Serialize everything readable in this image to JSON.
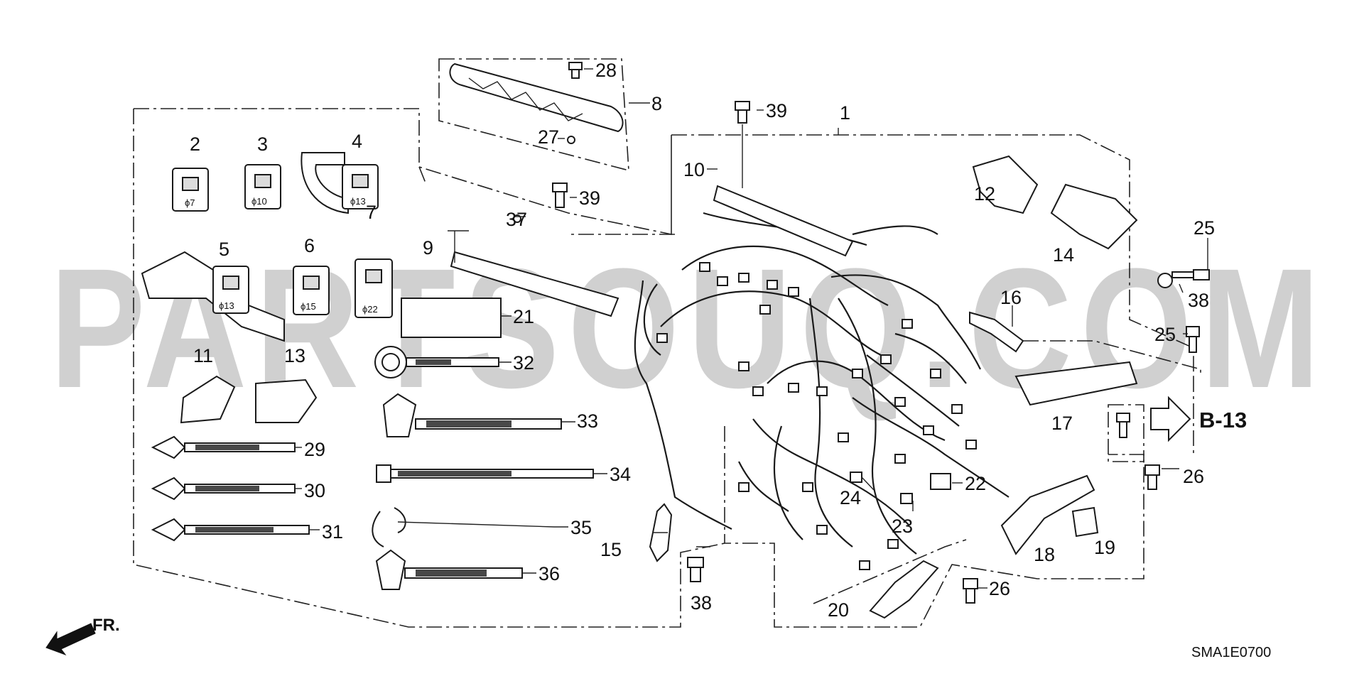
{
  "watermark": "PARTSOUQ.COM",
  "diagram_code": "SMA1E0700",
  "front_indicator": "FR.",
  "reference": "B-13",
  "callouts": [
    "1",
    "2",
    "3",
    "4",
    "5",
    "6",
    "7",
    "8",
    "9",
    "10",
    "11",
    "12",
    "13",
    "14",
    "15",
    "16",
    "17",
    "18",
    "19",
    "20",
    "21",
    "22",
    "23",
    "24",
    "25",
    "25",
    "26",
    "26",
    "27",
    "28",
    "29",
    "30",
    "31",
    "32",
    "33",
    "34",
    "35",
    "36",
    "37",
    "38",
    "38",
    "39",
    "39"
  ],
  "connector_sizes": [
    "ϕ7",
    "ϕ10",
    "ϕ13",
    "ϕ13",
    "ϕ15",
    "ϕ22"
  ]
}
